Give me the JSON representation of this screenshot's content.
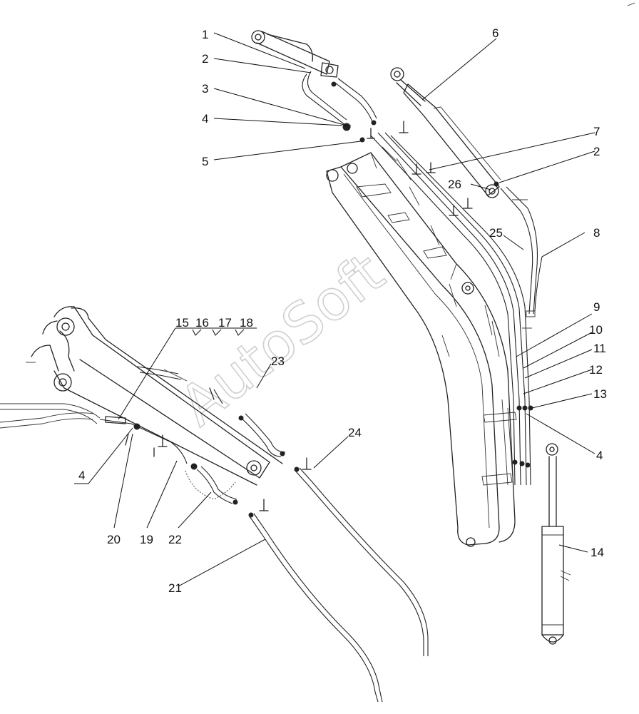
{
  "callouts": {
    "c1": "1",
    "c2a": "2",
    "c3": "3",
    "c4a": "4",
    "c5": "5",
    "c6": "6",
    "c7": "7",
    "c2b": "2",
    "c26": "26",
    "c25": "25",
    "c8": "8",
    "c9": "9",
    "c10": "10",
    "c11": "11",
    "c12": "12",
    "c13": "13",
    "c4b": "4",
    "c14": "14",
    "c15": "15",
    "c16": "16",
    "c17": "17",
    "c18": "18",
    "c23": "23",
    "c24": "24",
    "c4c": "4",
    "c20": "20",
    "c19": "19",
    "c22": "22",
    "c21": "21"
  },
  "watermark": "AutoSoft",
  "colors": {
    "line": "#222222",
    "background": "#ffffff",
    "watermark": "#cfcfcf"
  }
}
